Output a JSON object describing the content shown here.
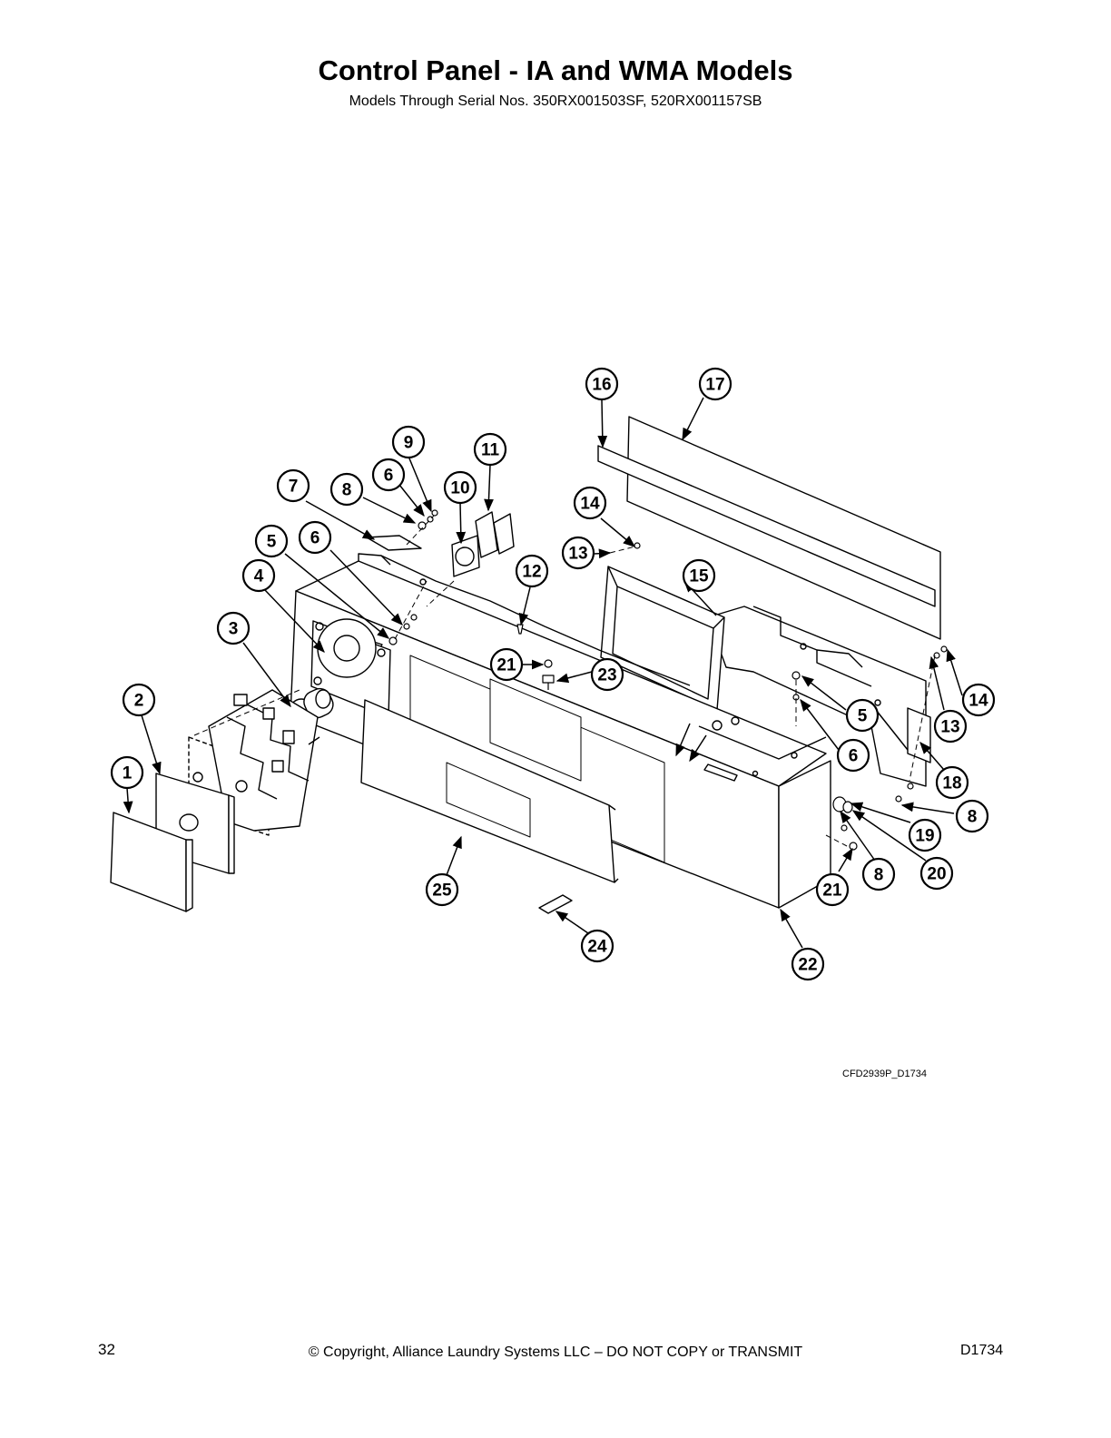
{
  "page": {
    "title": "Control Panel - IA and WMA Models",
    "subtitle": "Models Through Serial Nos. 350RX001503SF, 520RX001157SB"
  },
  "diagram": {
    "drawing_id": "CFD2939P_D1734",
    "callouts": [
      {
        "id": "c1",
        "label": "1"
      },
      {
        "id": "c2",
        "label": "2"
      },
      {
        "id": "c3",
        "label": "3"
      },
      {
        "id": "c4",
        "label": "4"
      },
      {
        "id": "c5a",
        "label": "5"
      },
      {
        "id": "c6a",
        "label": "6"
      },
      {
        "id": "c7",
        "label": "7"
      },
      {
        "id": "c8a",
        "label": "8"
      },
      {
        "id": "c6b",
        "label": "6"
      },
      {
        "id": "c9",
        "label": "9"
      },
      {
        "id": "c10",
        "label": "10"
      },
      {
        "id": "c11",
        "label": "11"
      },
      {
        "id": "c12",
        "label": "12"
      },
      {
        "id": "c13a",
        "label": "13"
      },
      {
        "id": "c14a",
        "label": "14"
      },
      {
        "id": "c15",
        "label": "15"
      },
      {
        "id": "c16",
        "label": "16"
      },
      {
        "id": "c17",
        "label": "17"
      },
      {
        "id": "c21a",
        "label": "21"
      },
      {
        "id": "c23",
        "label": "23"
      },
      {
        "id": "c5b",
        "label": "5"
      },
      {
        "id": "c6c",
        "label": "6"
      },
      {
        "id": "c14b",
        "label": "14"
      },
      {
        "id": "c13b",
        "label": "13"
      },
      {
        "id": "c18",
        "label": "18"
      },
      {
        "id": "c8b",
        "label": "8"
      },
      {
        "id": "c19",
        "label": "19"
      },
      {
        "id": "c20",
        "label": "20"
      },
      {
        "id": "c8c",
        "label": "8"
      },
      {
        "id": "c21b",
        "label": "21"
      },
      {
        "id": "c22",
        "label": "22"
      },
      {
        "id": "c24",
        "label": "24"
      },
      {
        "id": "c25",
        "label": "25"
      }
    ]
  },
  "footer": {
    "page_number": "32",
    "copyright": "© Copyright, Alliance Laundry Systems LLC – DO NOT COPY or TRANSMIT",
    "doc_code": "D1734"
  }
}
